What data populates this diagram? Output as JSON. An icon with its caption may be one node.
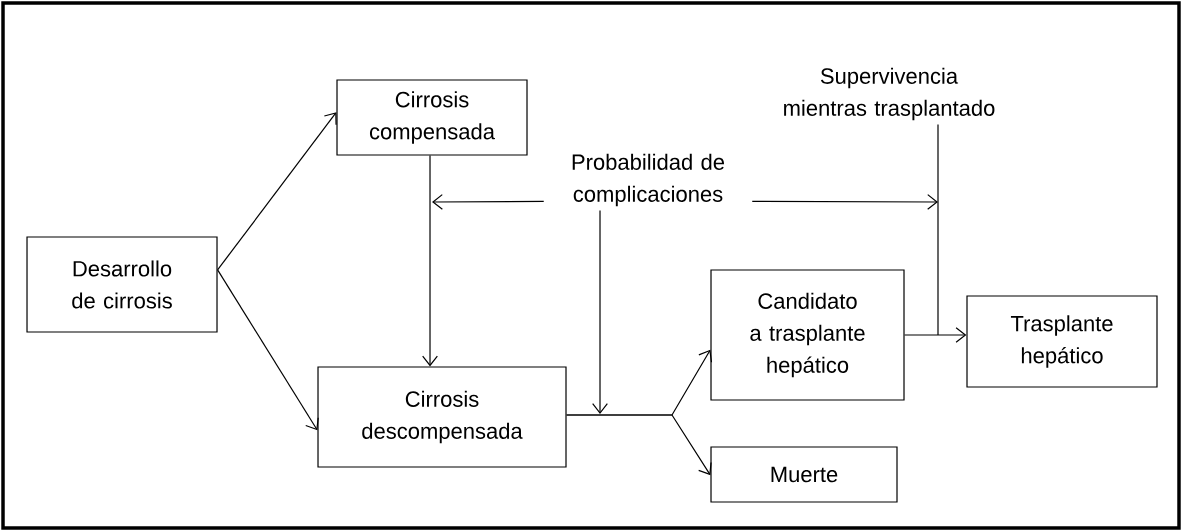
{
  "diagram": {
    "nodes": [
      {
        "text": [
          "Desarrollo de cirrosis"
        ]
      },
      {
        "text": [
          "Cirrosis compensada"
        ]
      },
      {
        "text": [
          "Cirrosis descompensada"
        ]
      },
      {
        "text": [
          "Candidato a trasplante hepático"
        ]
      },
      {
        "text": [
          "Muerte"
        ]
      },
      {
        "text": [
          "Trasplante hepático"
        ]
      },
      {
        "text": [
          "Probabilidad de complicaciones"
        ]
      },
      {
        "text": [
          "Supervivencia mientras trasplantado"
        ]
      }
    ],
    "edges": [
      {
        "from": 0,
        "to": 1,
        "arrow": "to"
      },
      {
        "from": 0,
        "to": 2,
        "arrow": "to"
      },
      {
        "from": 1,
        "to": 2,
        "arrow": "to"
      },
      {
        "from": 2,
        "to": 3,
        "arrow": "to"
      },
      {
        "from": 2,
        "to": 4,
        "arrow": "to"
      },
      {
        "from": 3,
        "to": 5,
        "arrow": "to"
      },
      {
        "from": 6,
        "to": null,
        "arrow": "to"
      },
      {
        "from": 6,
        "to": null,
        "arrow": "to"
      },
      {
        "from": 6,
        "to": null,
        "arrow": "to"
      },
      {
        "from": 7,
        "to": null,
        "arrow": "none"
      }
    ]
  }
}
